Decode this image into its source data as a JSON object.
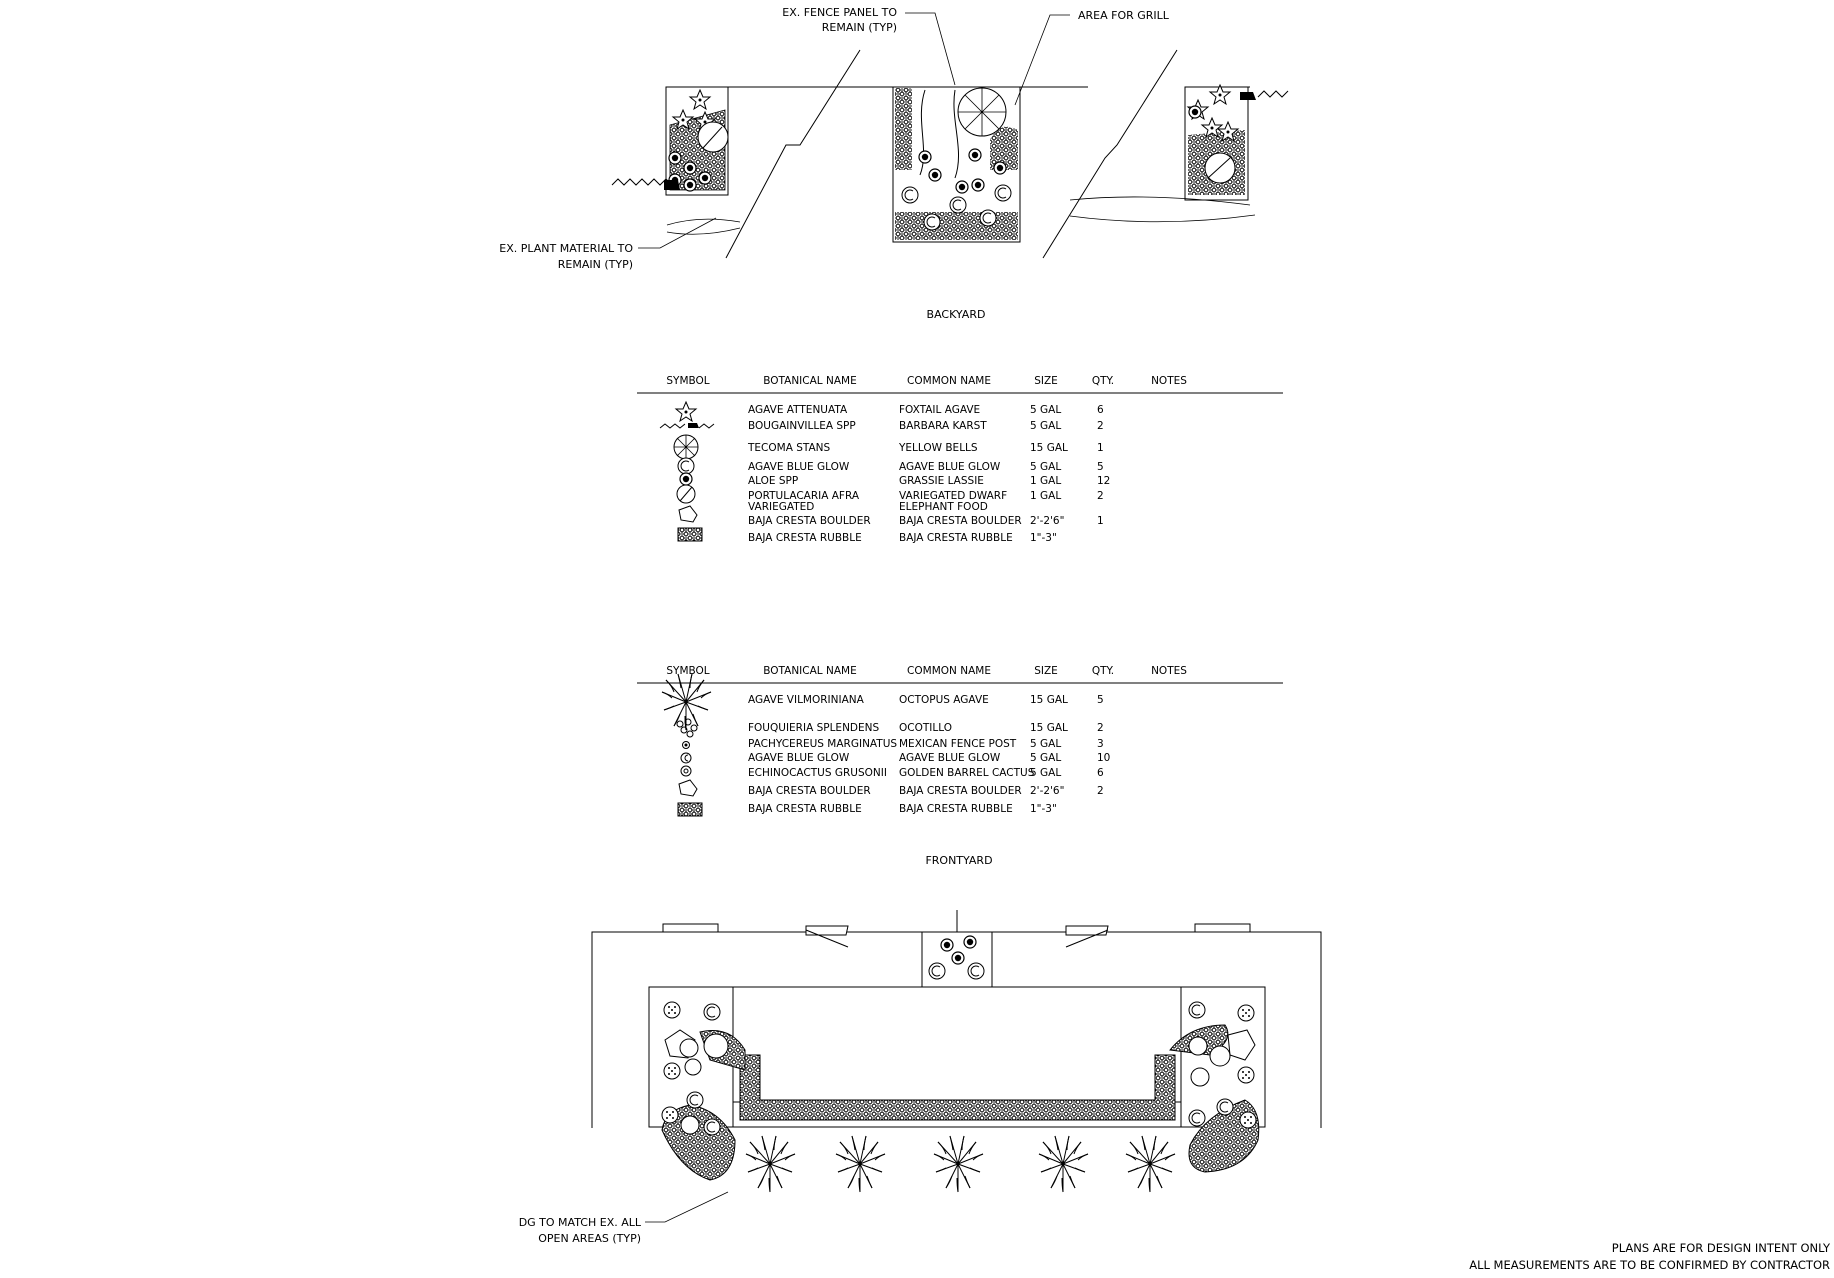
{
  "sections": {
    "backyard_title": "BACKYARD",
    "frontyard_title": "FRONTYARD"
  },
  "annotations": {
    "fence_line1": "EX. FENCE PANEL TO",
    "fence_line2": "REMAIN (TYP)",
    "grill": "AREA FOR GRILL",
    "plant_line1": "EX. PLANT MATERIAL TO",
    "plant_line2": "REMAIN (TYP)",
    "dg_line1": "DG TO MATCH EX. ALL",
    "dg_line2": "OPEN AREAS (TYP)"
  },
  "headers": {
    "symbol": "SYMBOL",
    "botanical": "BOTANICAL NAME",
    "common": "COMMON NAME",
    "size": "SIZE",
    "qty": "QTY.",
    "notes": "NOTES"
  },
  "backyard_schedule": [
    {
      "symbol_icon": "agave-attenuata-star-icon",
      "botanical": "AGAVE ATTENUATA",
      "botanical2": "",
      "common": "FOXTAIL AGAVE",
      "common2": "",
      "size": "5 GAL",
      "qty": "6"
    },
    {
      "symbol_icon": "bougainvillea-wave-icon",
      "botanical": "BOUGAINVILLEA SPP",
      "botanical2": "",
      "common": "BARBARA KARST",
      "common2": "",
      "size": "5 GAL",
      "qty": "2"
    },
    {
      "symbol_icon": "tecoma-stans-circle-icon",
      "botanical": "TECOMA STANS",
      "botanical2": "",
      "common": "YELLOW BELLS",
      "common2": "",
      "size": "15 GAL",
      "qty": "1"
    },
    {
      "symbol_icon": "agave-blue-glow-icon",
      "botanical": "AGAVE BLUE GLOW",
      "botanical2": "",
      "common": "AGAVE BLUE GLOW",
      "common2": "",
      "size": "5 GAL",
      "qty": "5"
    },
    {
      "symbol_icon": "aloe-dot-icon",
      "botanical": "ALOE SPP",
      "botanical2": "",
      "common": "GRASSIE LASSIE",
      "common2": "",
      "size": "1 GAL",
      "qty": "12"
    },
    {
      "symbol_icon": "portulacaria-slash-circle-icon",
      "botanical": "PORTULACARIA AFRA",
      "botanical2": "VARIEGATED",
      "common": "VARIEGATED DWARF",
      "common2": "ELEPHANT FOOD",
      "size": "1 GAL",
      "qty": "2"
    },
    {
      "symbol_icon": "boulder-icon",
      "botanical": "BAJA CRESTA BOULDER",
      "botanical2": "",
      "common": "BAJA CRESTA BOULDER",
      "common2": "",
      "size": "2'-2'6\"",
      "qty": "1"
    },
    {
      "symbol_icon": "rubble-hatch-icon",
      "botanical": "BAJA CRESTA RUBBLE",
      "botanical2": "",
      "common": "BAJA CRESTA RUBBLE",
      "common2": "",
      "size": "1\"-3\"",
      "qty": ""
    }
  ],
  "frontyard_schedule": [
    {
      "symbol_icon": "agave-vilmoriniana-icon",
      "botanical": "AGAVE VILMORINIANA",
      "common": "OCTOPUS AGAVE",
      "size": "15 GAL",
      "qty": "5"
    },
    {
      "symbol_icon": "ocotillo-icon",
      "botanical": "FOUQUIERIA SPLENDENS",
      "common": "OCOTILLO",
      "size": "15 GAL",
      "qty": "2"
    },
    {
      "symbol_icon": "fence-post-dot-icon",
      "botanical": "PACHYCEREUS MARGINATUS",
      "common": "MEXICAN FENCE POST",
      "size": "5 GAL",
      "qty": "3"
    },
    {
      "symbol_icon": "agave-blue-glow-icon",
      "botanical": "AGAVE BLUE GLOW",
      "common": "AGAVE BLUE GLOW",
      "size": "5 GAL",
      "qty": "10"
    },
    {
      "symbol_icon": "barrel-cactus-icon",
      "botanical": "ECHINOCACTUS GRUSONII",
      "common": "GOLDEN BARREL CACTUS",
      "size": "5 GAL",
      "qty": "6"
    },
    {
      "symbol_icon": "boulder-icon",
      "botanical": "BAJA CRESTA BOULDER",
      "common": "BAJA CRESTA BOULDER",
      "size": "2'-2'6\"",
      "qty": "2"
    },
    {
      "symbol_icon": "rubble-hatch-icon",
      "botanical": "BAJA CRESTA RUBBLE",
      "common": "BAJA CRESTA RUBBLE",
      "size": "1\"-3\"",
      "qty": ""
    }
  ],
  "footer": {
    "line1": "PLANS ARE FOR DESIGN INTENT ONLY",
    "line2": "ALL MEASUREMENTS ARE TO BE CONFIRMED BY CONTRACTOR"
  }
}
